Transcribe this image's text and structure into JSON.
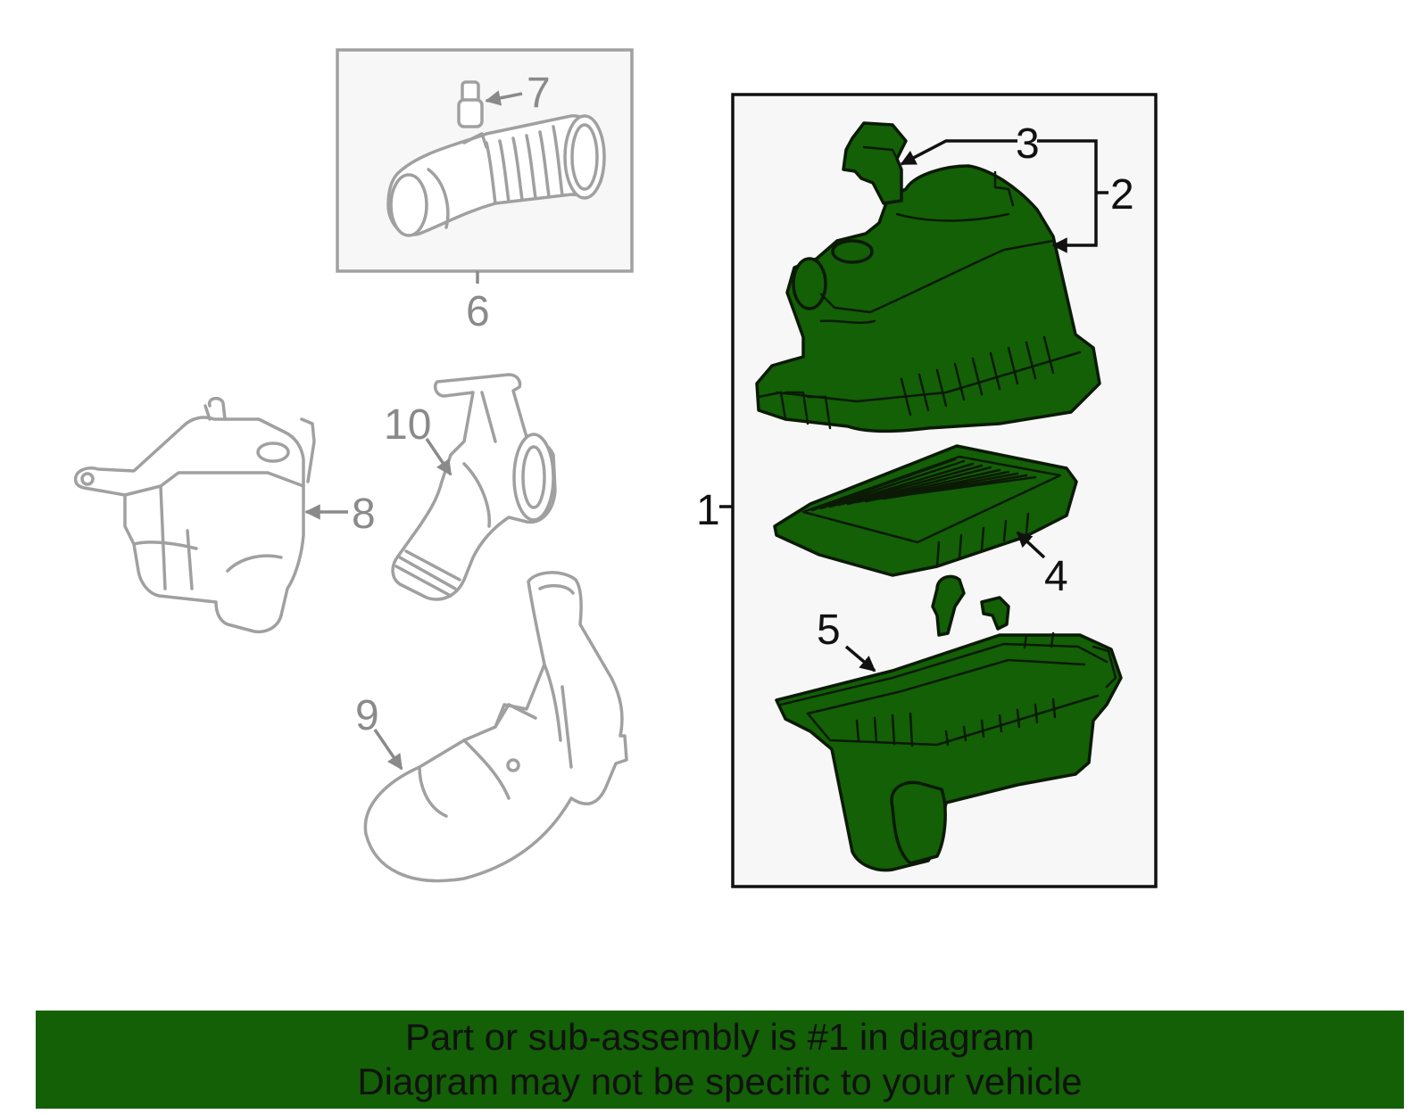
{
  "colors": {
    "assembly_green": "#136006",
    "footer_green": "#136006",
    "outline_dark": "#0b1a05",
    "ghost_gray": "#a0a0a0",
    "label_gray": "#8a8a8a",
    "label_dark": "#111111",
    "box_fill": "#f7f7f7"
  },
  "callouts": {
    "c1": "1",
    "c2": "2",
    "c3": "3",
    "c4": "4",
    "c5": "5",
    "c6": "6",
    "c7": "7",
    "c8": "8",
    "c9": "9",
    "c10": "10"
  },
  "footer": {
    "line1": "Part or sub-assembly is #1 in diagram",
    "line2": "Diagram may not be specific to your vehicle"
  }
}
